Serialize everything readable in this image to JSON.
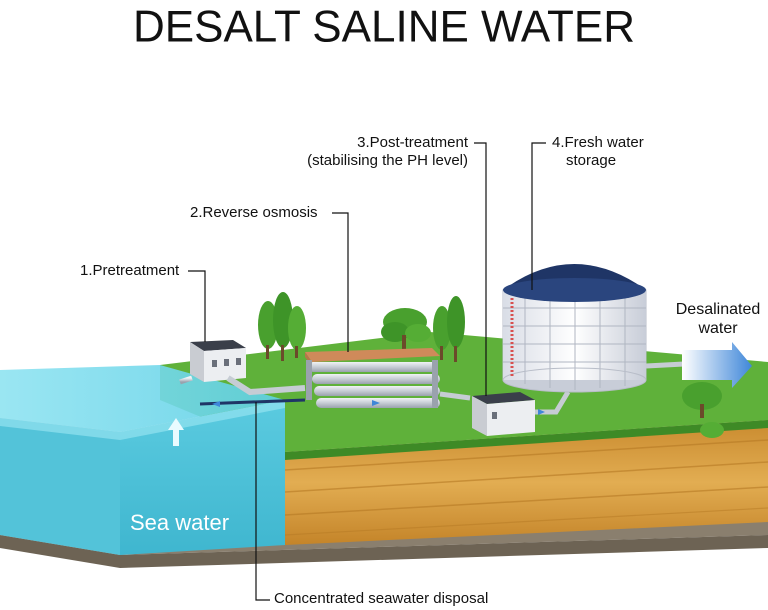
{
  "title": "DESALT SALINE WATER",
  "labels": {
    "pretreatment": "1.Pretreatment",
    "reverse_osmosis": "2.Reverse osmosis",
    "post_treatment_line1": "3.Post-treatment",
    "post_treatment_line2": "(stabilising the PH level)",
    "fresh_storage_line1": "4.Fresh water",
    "fresh_storage_line2": "storage",
    "desalinated_line1": "Desalinated",
    "desalinated_line2": "water",
    "sea_water": "Sea water",
    "disposal": "Concentrated seawater disposal"
  },
  "colors": {
    "grass": "#5fb13a",
    "grass_dark": "#3e8a26",
    "soil": "#d9a040",
    "soil_dark": "#a86e22",
    "rock": "#8a8070",
    "water": "#4cc9e0",
    "tank_roof": "#1f3566",
    "arrow": "#3f87d9"
  }
}
